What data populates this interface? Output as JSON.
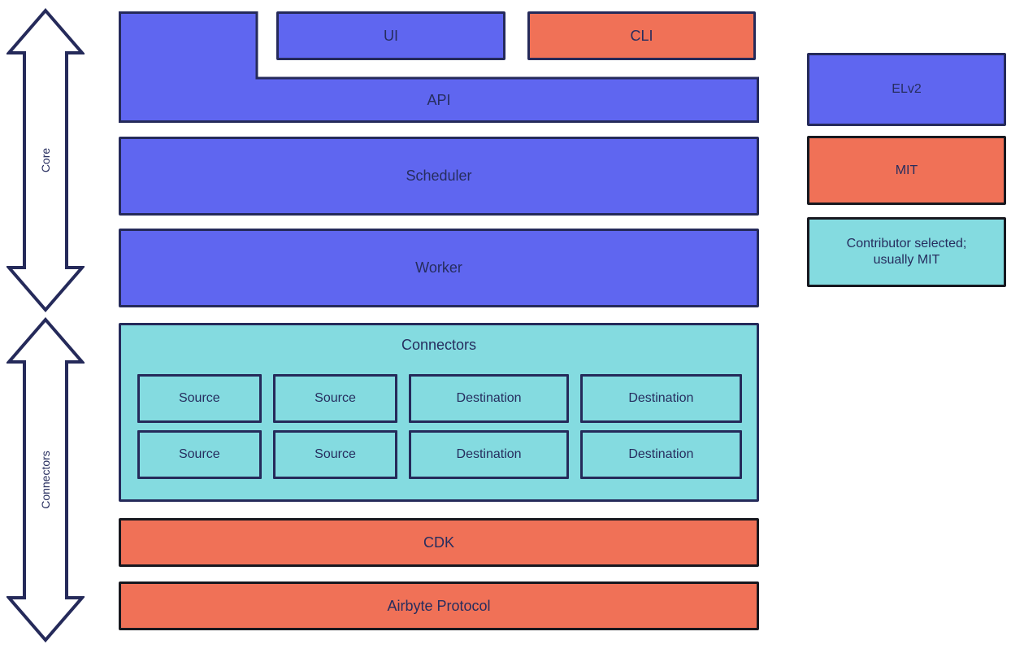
{
  "diagram": {
    "colors": {
      "blue": "#5f66f0",
      "orange": "#f07157",
      "teal": "#84dbe0",
      "border_navy": "#252a5a",
      "border_dark": "#17181f",
      "text_navy": "#262d5e",
      "bg": "#ffffff"
    },
    "arrows": [
      {
        "label": "Core"
      },
      {
        "label": "Connectors"
      }
    ],
    "blocks": {
      "ui": "UI",
      "cli": "CLI",
      "api": "API",
      "scheduler": "Scheduler",
      "worker": "Worker",
      "connectors": {
        "title": "Connectors",
        "cells": [
          "Source",
          "Source",
          "Destination",
          "Destination",
          "Source",
          "Source",
          "Destination",
          "Destination"
        ]
      },
      "cdk": "CDK",
      "protocol": "Airbyte Protocol"
    },
    "legend": [
      {
        "label": "ELv2",
        "color": "blue"
      },
      {
        "label": "MIT",
        "color": "orange"
      },
      {
        "label": "Contributor selected; usually MIT",
        "color": "teal"
      }
    ]
  }
}
